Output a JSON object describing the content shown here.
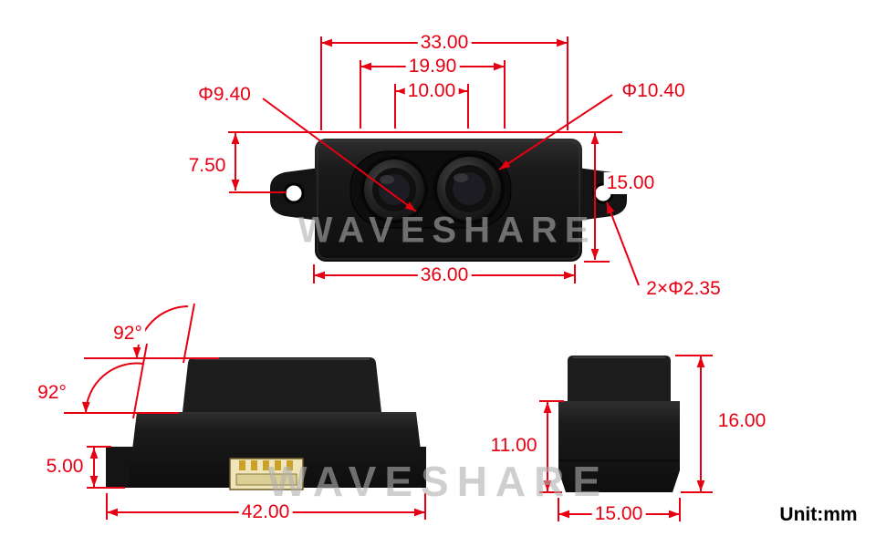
{
  "unit_label": "Unit:mm",
  "watermark": "WAVESHARE",
  "colors": {
    "dim": "#e60012",
    "body": "#141414",
    "connector": "#f0e4bb",
    "connector_pin": "#c9a227"
  },
  "front_view": {
    "dims": {
      "overall_width": "33.00",
      "lens_outer_span": "19.90",
      "lens_center_span": "10.00",
      "left_lens_diameter": "Φ9.40",
      "right_lens_diameter": "Φ10.40",
      "top_to_hole_center": "7.50",
      "body_height": "15.00",
      "bottom_width": "36.00",
      "mount_holes": "2×Φ2.35"
    }
  },
  "side_view": {
    "dims": {
      "top_face_angle": "92°",
      "side_face_angle": "92°",
      "flange_height": "5.00",
      "overall_width": "42.00"
    }
  },
  "profile_view": {
    "dims": {
      "base_height": "11.00",
      "overall_height": "16.00",
      "overall_width": "15.00"
    }
  }
}
